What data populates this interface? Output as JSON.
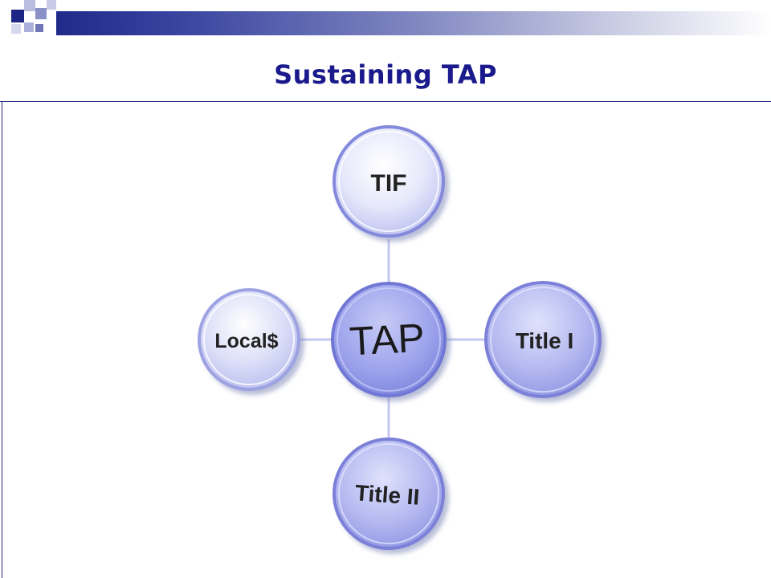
{
  "slide": {
    "title": "Sustaining TAP"
  },
  "diagram": {
    "center": {
      "label": "TAP"
    },
    "nodes": [
      {
        "id": "top",
        "label": "TIF"
      },
      {
        "id": "right",
        "label": "Title I"
      },
      {
        "id": "bottom",
        "label": "Title II"
      },
      {
        "id": "left",
        "label": "Local$"
      }
    ]
  },
  "colors": {
    "title": "#1a1a8c",
    "header_dark": "#202a8a",
    "node_fill": "#a8aef0",
    "node_light": "#eef0ff",
    "node_rim": "#7b80d8",
    "connector": "#c4c8ef"
  }
}
